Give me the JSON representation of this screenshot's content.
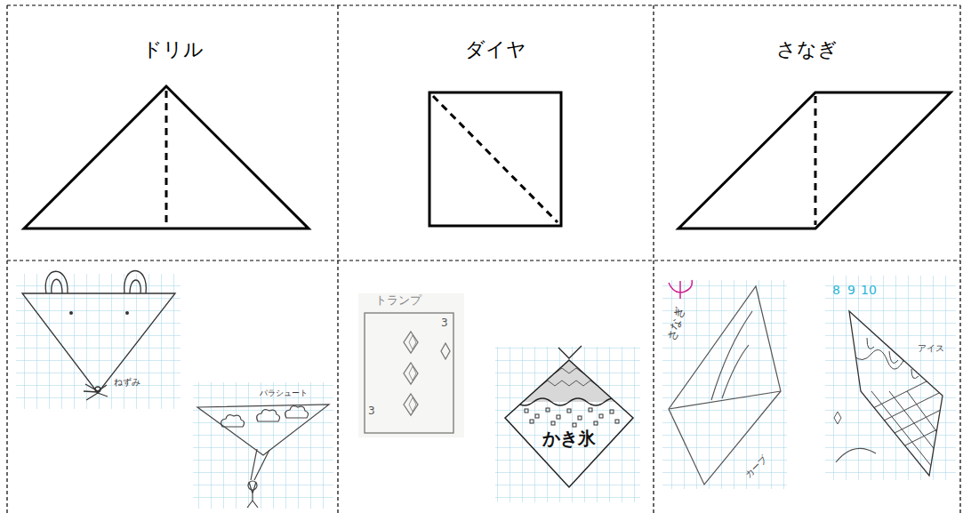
{
  "diagram": {
    "nodes": [
      {
        "text": [
          "ドリル"
        ]
      },
      {
        "text": [
          "ダイヤ"
        ]
      },
      {
        "text": [
          "さなぎ"
        ]
      }
    ],
    "labels": [
      "ねずみ",
      "パラシュート",
      "トランプ",
      "3",
      "3",
      "かき氷",
      "さなぎ",
      "カーブ",
      "8",
      "9",
      "10",
      "アイス"
    ]
  }
}
